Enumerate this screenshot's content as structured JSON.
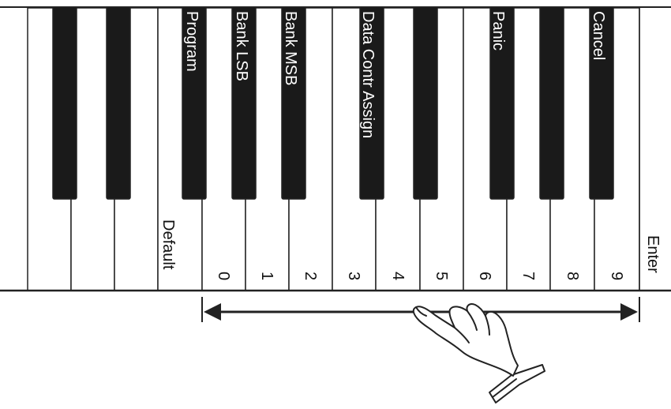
{
  "black_key_labels": {
    "program": "Program",
    "bank_lsb": "Bank LSB",
    "bank_msb": "Bank MSB",
    "data_contr_assign": "Data Contr Assign",
    "panic": "Panic",
    "cancel": "Cancel"
  },
  "white_key_labels": {
    "default": "Default",
    "digits": [
      "0",
      "1",
      "2",
      "3",
      "4",
      "5",
      "6",
      "7",
      "8",
      "9"
    ],
    "enter": "Enter"
  },
  "icons": {
    "hand": "pointing-hand-icon",
    "arrow": "double-headed-arrow-icon"
  },
  "colors": {
    "key_black": "#1a1a1a",
    "key_white": "#ffffff",
    "line": "#222222"
  }
}
